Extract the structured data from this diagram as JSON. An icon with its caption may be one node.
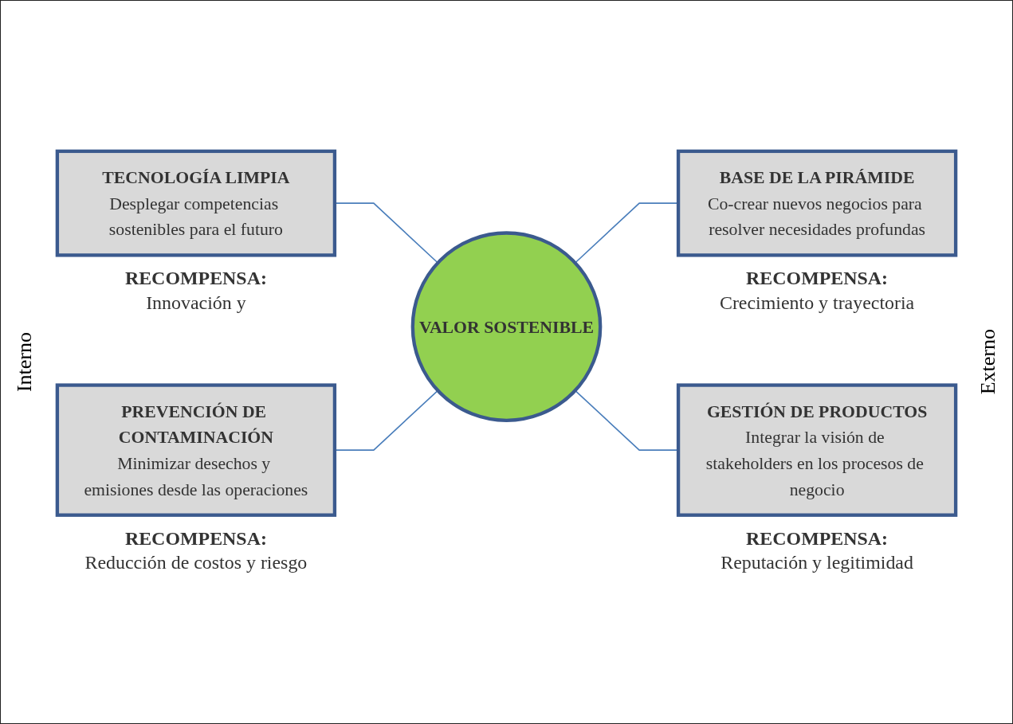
{
  "diagram": {
    "nodes": [
      {
        "text": [
          "TECNOLOGÍA LIMPIA",
          "Desplegar competencias sostenibles para el futuro"
        ],
        "beside": [
          "RECOMPENSA:",
          "Innovación y"
        ]
      },
      {
        "text": [
          "BASE DE LA PIRÁMIDE",
          "Co-crear nuevos negocios para resolver necesidades profundas"
        ],
        "beside": [
          "RECOMPENSA:",
          "Crecimiento y trayectoria"
        ]
      },
      {
        "text": [
          "VALOR SOSTENIBLE"
        ]
      },
      {
        "text": [
          "PREVENCIÓN DE CONTAMINACIÓN",
          "Minimizar desechos y emisiones desde las operaciones"
        ],
        "beside": [
          "RECOMPENSA:",
          "Reducción de costos y riesgo"
        ]
      },
      {
        "text": [
          "GESTIÓN DE PRODUCTOS",
          "Integrar la visión de stakeholders en los procesos de negocio"
        ],
        "beside": [
          "RECOMPENSA:",
          "Reputación y legitimidad"
        ]
      }
    ],
    "edges": [
      {
        "from": 0,
        "to": 2,
        "arrow": "none"
      },
      {
        "from": 2,
        "to": 1,
        "arrow": "none"
      },
      {
        "from": 3,
        "to": 2,
        "arrow": "none"
      },
      {
        "from": 2,
        "to": 4,
        "arrow": "none"
      }
    ],
    "labels": [
      "Interno",
      "Externo"
    ]
  }
}
